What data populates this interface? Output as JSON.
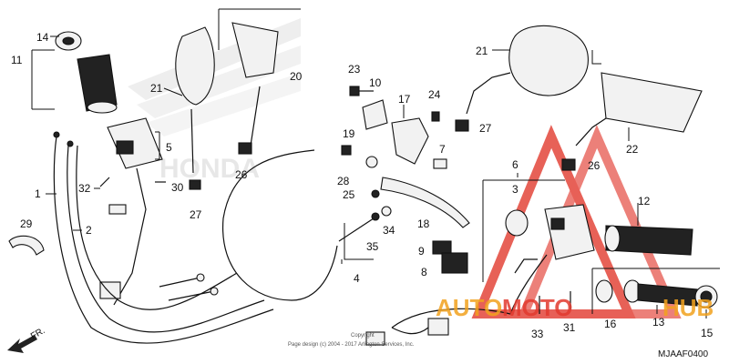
{
  "diagram": {
    "code": "MJAAF0400",
    "direction_label": "FR.",
    "copyright": "Page design (c) 2004 - 2017 Arlington Services, Inc.",
    "copyright_prefix": "Copyright",
    "watermark": {
      "brand_left": "AUTO",
      "brand_middle": "MOTO",
      "brand_right": "HUB",
      "bg_logo": "HONDA",
      "accent_color": "#e23a2e",
      "brand_color": "#f2a21e"
    },
    "callouts": {
      "c1": "1",
      "c2": "2",
      "c3": "3",
      "c4": "4",
      "c5": "5",
      "c6": "6",
      "c7": "7",
      "c8": "8",
      "c9": "9",
      "c10": "10",
      "c11": "11",
      "c12": "12",
      "c13": "13",
      "c14": "14",
      "c15": "15",
      "c16": "16",
      "c17": "17",
      "c18": "18",
      "c19": "19",
      "c20": "20",
      "c21a": "21",
      "c21b": "21",
      "c22": "22",
      "c23": "23",
      "c24": "24",
      "c25": "25",
      "c26a": "26",
      "c26b": "26",
      "c27a": "27",
      "c27b": "27",
      "c28": "28",
      "c29": "29",
      "c30": "30",
      "c31": "31",
      "c32": "32",
      "c33": "33",
      "c34": "34",
      "c35": "35"
    }
  }
}
